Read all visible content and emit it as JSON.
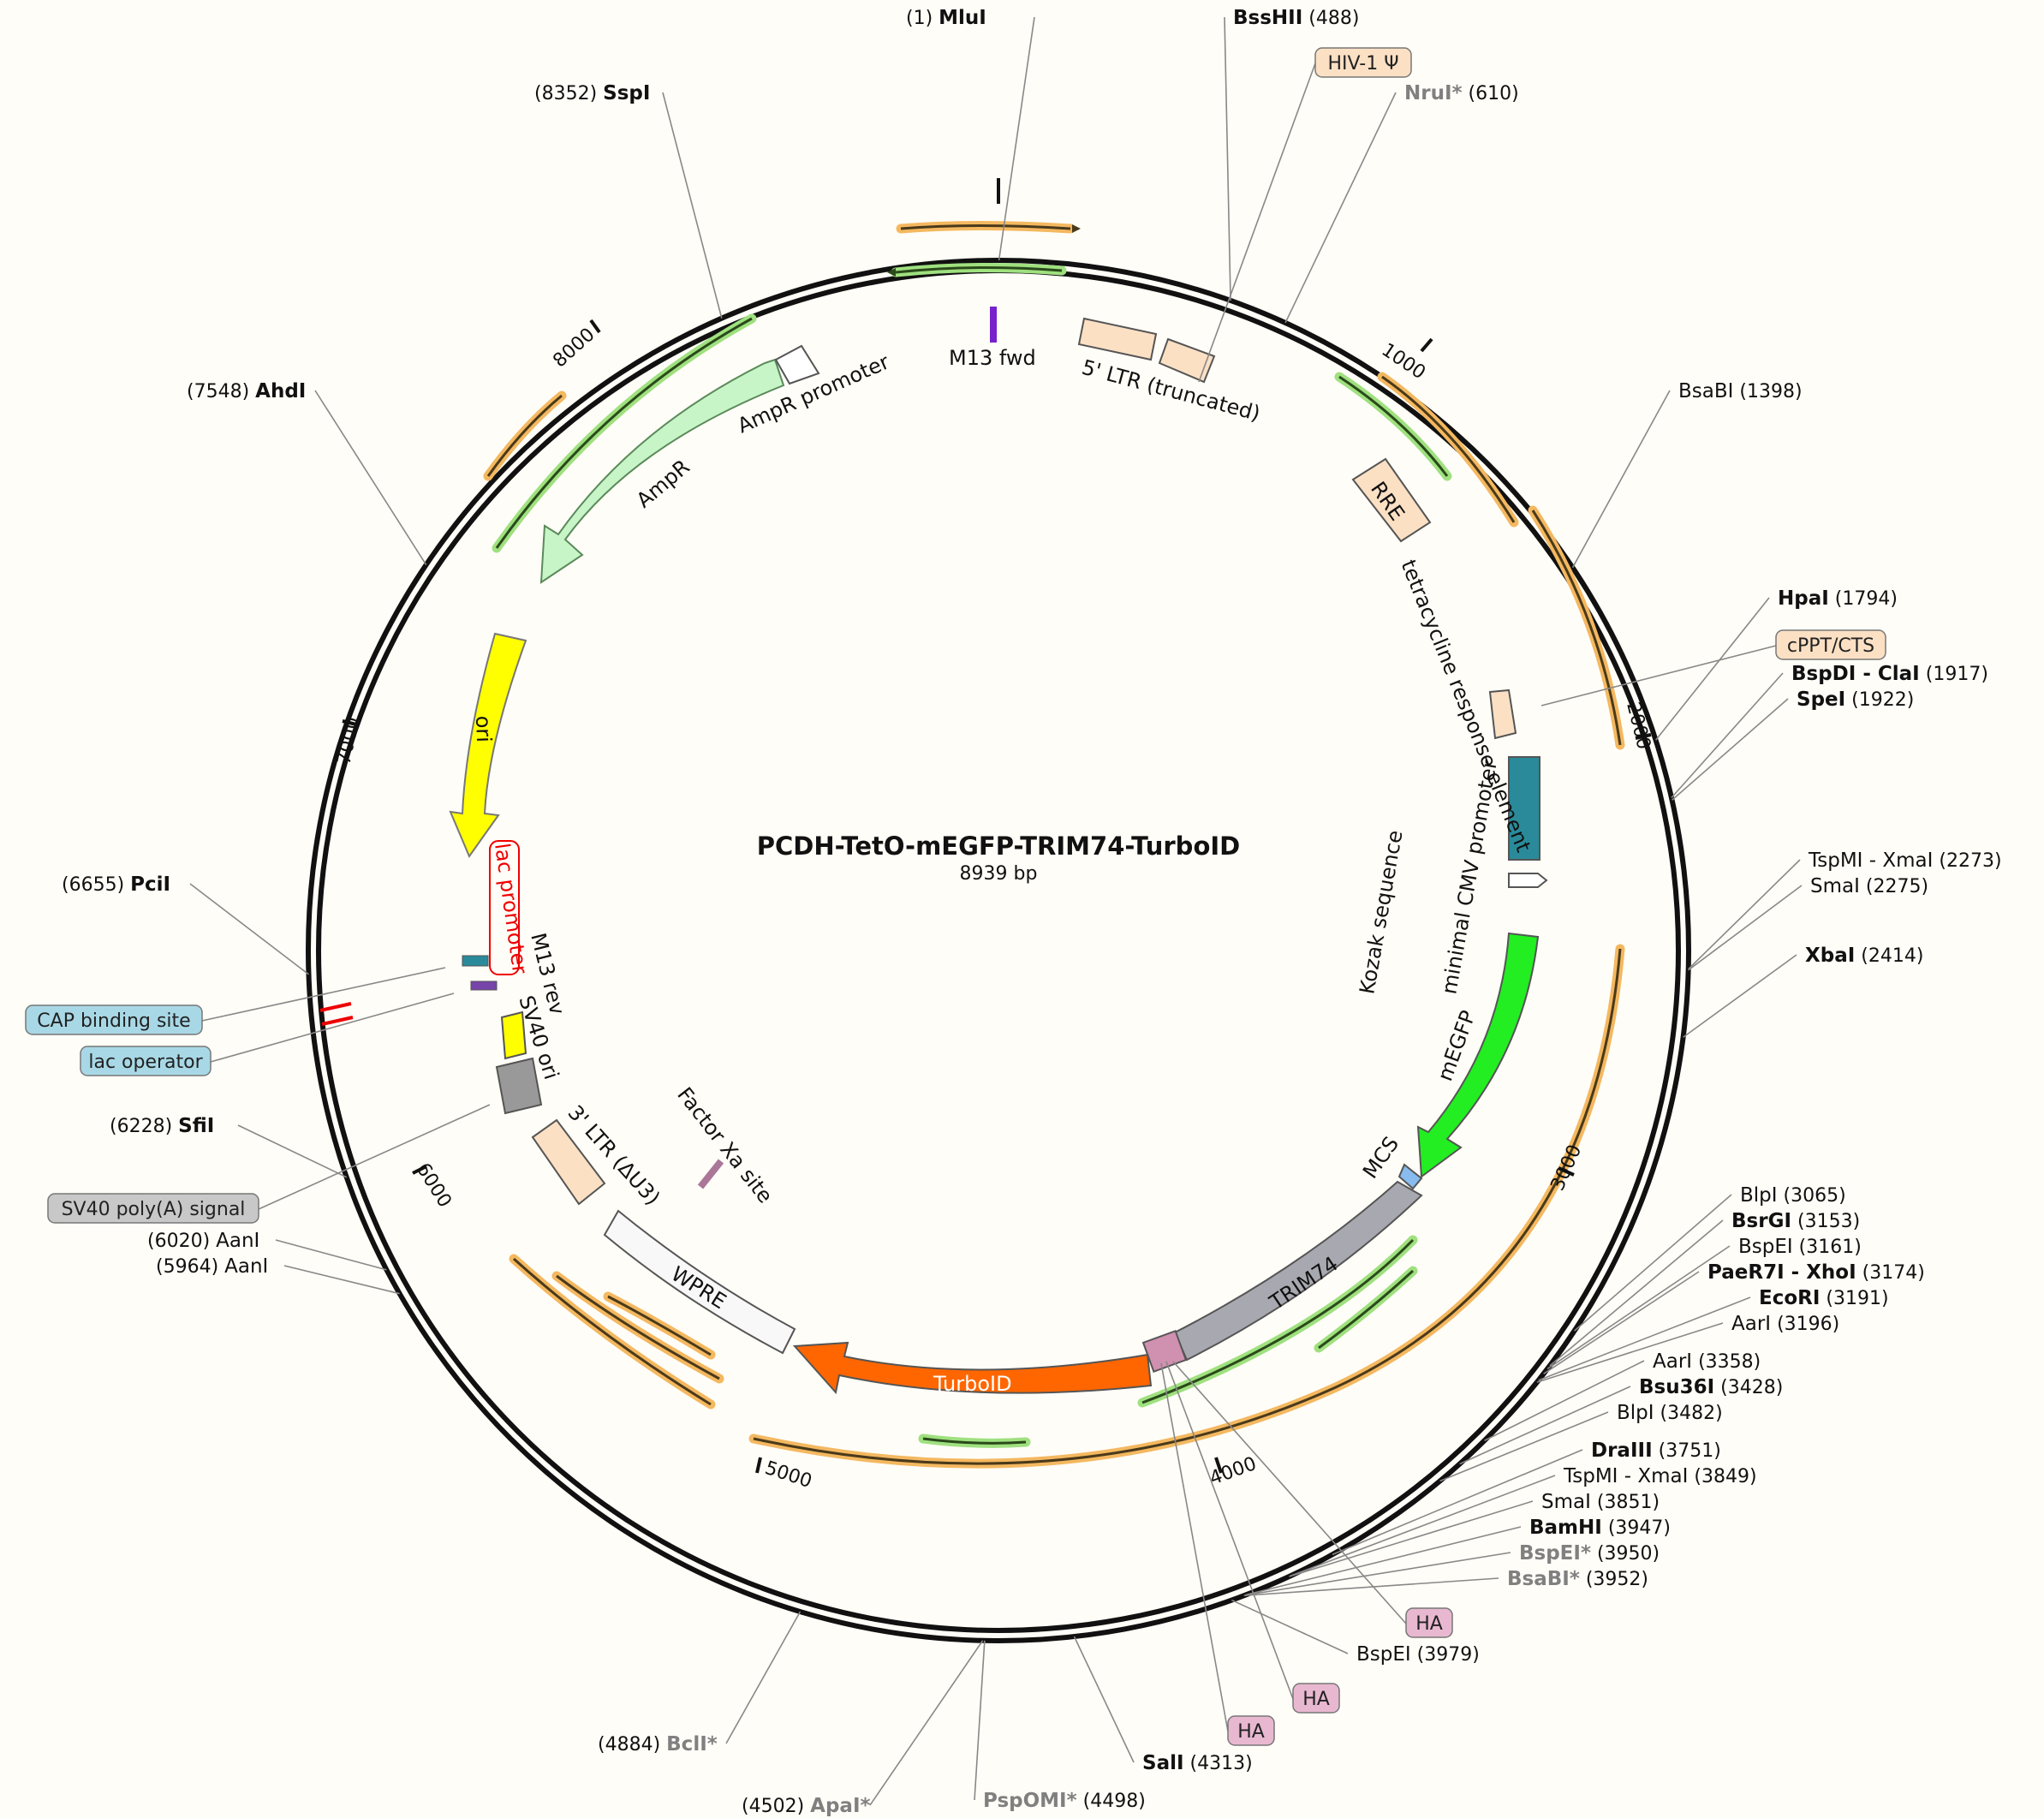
{
  "plasmid": {
    "name": "PCDH-TetO-mEGFP-TRIM74-TurboID",
    "length_label": "8939 bp",
    "length": 8939
  },
  "ticks": [
    "1000",
    "2000",
    "3000",
    "4000",
    "5000",
    "6000",
    "7000",
    "8000"
  ],
  "sites_right": [
    {
      "pos": "(488)",
      "name": "BssHII",
      "style": "bold"
    },
    {
      "pos": "(610)",
      "name": "NruI*",
      "style": "grey"
    },
    {
      "pos": "(1398)",
      "name": "BsaBI",
      "style": "normal"
    },
    {
      "pos": "(1794)",
      "name": "HpaI",
      "style": "bold"
    },
    {
      "pos": "(1917)",
      "name": "BspDI - ClaI",
      "style": "bold"
    },
    {
      "pos": "(1922)",
      "name": "SpeI",
      "style": "bold"
    },
    {
      "pos": "(2273)",
      "name": "TspMI - XmaI",
      "style": "normal"
    },
    {
      "pos": "(2275)",
      "name": "SmaI",
      "style": "normal"
    },
    {
      "pos": "(2414)",
      "name": "XbaI",
      "style": "bold"
    },
    {
      "pos": "(3065)",
      "name": "BlpI",
      "style": "normal"
    },
    {
      "pos": "(3153)",
      "name": "BsrGI",
      "style": "bold"
    },
    {
      "pos": "(3161)",
      "name": "BspEI",
      "style": "normal"
    },
    {
      "pos": "(3174)",
      "name": "PaeR7I - XhoI",
      "style": "bold"
    },
    {
      "pos": "(3191)",
      "name": "EcoRI",
      "style": "bold"
    },
    {
      "pos": "(3196)",
      "name": "AarI",
      "style": "normal"
    },
    {
      "pos": "(3358)",
      "name": "AarI",
      "style": "normal"
    },
    {
      "pos": "(3428)",
      "name": "Bsu36I",
      "style": "bold"
    },
    {
      "pos": "(3482)",
      "name": "BlpI",
      "style": "normal"
    },
    {
      "pos": "(3751)",
      "name": "DraIII",
      "style": "bold"
    },
    {
      "pos": "(3849)",
      "name": "TspMI - XmaI",
      "style": "normal"
    },
    {
      "pos": "(3851)",
      "name": "SmaI",
      "style": "normal"
    },
    {
      "pos": "(3947)",
      "name": "BamHI",
      "style": "bold"
    },
    {
      "pos": "(3950)",
      "name": "BspEI*",
      "style": "grey"
    },
    {
      "pos": "(3952)",
      "name": "BsaBI*",
      "style": "grey"
    },
    {
      "pos": "(3979)",
      "name": "BspEI",
      "style": "normal"
    },
    {
      "pos": "(4313)",
      "name": "SalI",
      "style": "bold"
    },
    {
      "pos": "(4498)",
      "name": "PspOMI*",
      "style": "grey"
    }
  ],
  "sites_left": [
    {
      "pos": "(1)",
      "name": "MluI",
      "style": "bold"
    },
    {
      "pos": "(8352)",
      "name": "SspI",
      "style": "bold"
    },
    {
      "pos": "(7548)",
      "name": "AhdI",
      "style": "bold"
    },
    {
      "pos": "(6655)",
      "name": "PciI",
      "style": "bold"
    },
    {
      "pos": "(6228)",
      "name": "SfiI",
      "style": "bold"
    },
    {
      "pos": "(6020)",
      "name": "AanI",
      "style": "normal"
    },
    {
      "pos": "(5964)",
      "name": "AanI",
      "style": "normal"
    },
    {
      "pos": "(4884)",
      "name": "BclI*",
      "style": "grey"
    },
    {
      "pos": "(4502)",
      "name": "ApaI*",
      "style": "grey"
    }
  ],
  "tags": [
    {
      "label": "HIV-1 Ψ",
      "color": "#fbe0c4"
    },
    {
      "label": "cPPT/CTS",
      "color": "#fbe0c4"
    },
    {
      "label": "CAP binding site",
      "color": "#a8d8e6"
    },
    {
      "label": "lac operator",
      "color": "#a8d8e6"
    },
    {
      "label": "SV40 poly(A) signal",
      "color": "#c8c8c8"
    },
    {
      "label": "HA",
      "color": "#e8b8d0"
    },
    {
      "label": "HA",
      "color": "#e8b8d0"
    },
    {
      "label": "HA",
      "color": "#e8b8d0"
    }
  ],
  "features": {
    "m13fwd": "M13 fwd",
    "ltr5": "5' LTR (truncated)",
    "rre": "RRE",
    "tre": "tetracycline response element",
    "mincmv": "minimal CMV promoter",
    "kozak": "Kozak sequence",
    "megfp": "mEGFP",
    "mcs": "MCS",
    "trim74": "TRIM74",
    "turboid": "TurboID",
    "wpre": "WPRE",
    "ltr3": "3' LTR (ΔU3)",
    "factorxa": "Factor Xa site",
    "sv40ori": "SV40 ori",
    "m13rev": "M13 rev",
    "lacpromoter": "lac promoter",
    "ori": "ori",
    "ampr": "AmpR",
    "amprpromoter": "AmpR promoter"
  },
  "colors": {
    "backbone": "#111111",
    "ltr": "#fbe0c4",
    "ampr": "#c8f5c8",
    "ori": "#ffff00",
    "megfp": "#22ee22",
    "trim74": "#a8a8b0",
    "turboid": "#ff6600",
    "wpre": "#f8f8f8",
    "sv40ori": "#999999",
    "tre": "#2a8a9a",
    "primer_orange": "#f4b860",
    "primer_green": "#9fe07f"
  }
}
